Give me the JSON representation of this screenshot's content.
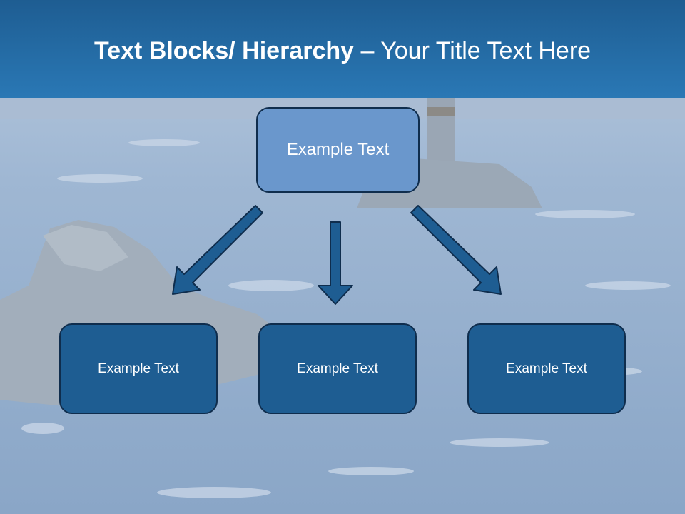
{
  "header": {
    "title_bold": "Text Blocks/ Hierarchy",
    "title_dash": " – ",
    "title_rest": "Your Title Text Here"
  },
  "diagram": {
    "top_node": {
      "label": "Example Text"
    },
    "child_nodes": [
      {
        "label": "Example Text"
      },
      {
        "label": "Example Text"
      },
      {
        "label": "Example Text"
      }
    ]
  },
  "colors": {
    "header": "#2a78b5",
    "top_node": "#6a97cc",
    "child_node": "#1e5d92",
    "arrow": "#1e5d92",
    "outline": "#0f2d4d"
  }
}
